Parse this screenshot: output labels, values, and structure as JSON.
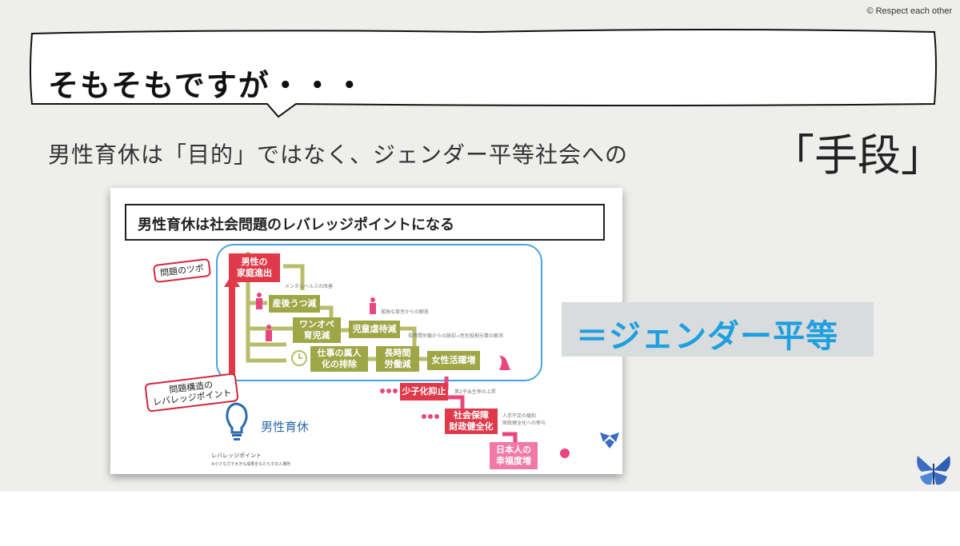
{
  "copyright": "© Respect each other",
  "heading": "そもそもですが・・・",
  "subtitle": "男性育休は「目的」ではなく、ジェンダー平等社会への",
  "means": "「手段」",
  "inset": {
    "title": "男性育休は社会問題のレバレッジポイントになる",
    "tag_top": "問題のツボ",
    "tag_bottom_line1": "問題構造の",
    "tag_bottom_line2": "レバレッジポイント",
    "nodes": {
      "n1_line1": "男性の",
      "n1_line2": "家庭進出",
      "n2": "産後うつ減",
      "n3_line1": "ワンオペ",
      "n3_line2": "育児減",
      "n4": "児童虐待減",
      "n5_line1": "仕事の属人",
      "n5_line2": "化の排除",
      "n6_line1": "長時間",
      "n6_line2": "労働減",
      "n7": "女性活躍増",
      "n8": "少子化抑止",
      "n9_line1": "社会保障",
      "n9_line2": "財政健全化",
      "n10_line1": "日本人の",
      "n10_line2": "幸福度増"
    },
    "small": {
      "s1": "メンタルヘルスの改善",
      "s2": "孤独な育児からの解放",
      "s3": "長時間労働からの脱却→性別役割分業の解消",
      "s4": "第2子出生率の上昇",
      "s5": "人手不足の緩和",
      "s6": "財政健全化への寄与"
    },
    "dad_label": "男性育休",
    "lever_line1": "レバレッジポイント",
    "lever_line2": "※小さな力で大きな成果をもたらすの入場所"
  },
  "gender_equality": "＝ジェンダー平等",
  "colors": {
    "red": "#e03a4a",
    "olive": "#9ea646",
    "pink": "#e9467f",
    "blue": "#1e9fe0",
    "outline_blue": "#4aa3df"
  }
}
